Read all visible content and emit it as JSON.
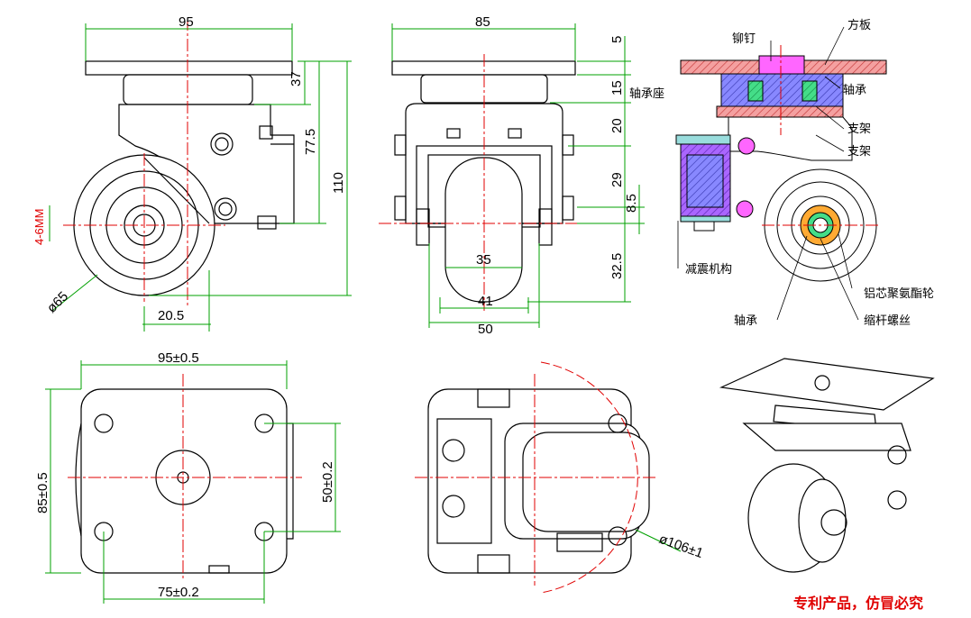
{
  "colors": {
    "dimension": "#00a000",
    "center": "#e00000",
    "outline": "#000000",
    "plate_section": "#e07070",
    "pin": "#ff66ff",
    "bearing": "#00cc66",
    "bracket": "#7777ff",
    "spring": "#8844ff",
    "bushing": "#66cccc"
  },
  "front_view": {
    "dims": {
      "top_width": "95",
      "height_37": "37",
      "height_77_5": "77.5",
      "height_110": "110",
      "offset_20_5": "20.5",
      "wheel_dia": "ø65",
      "side_note": "4-6MM"
    }
  },
  "side_view": {
    "dims": {
      "top_width": "85",
      "d5": "5",
      "d15": "15",
      "d20": "20",
      "d29": "29",
      "d8_5": "8.5",
      "d32_5": "32.5",
      "w35": "35",
      "w41": "41",
      "w50": "50"
    },
    "label_bearing_seat": "轴承座"
  },
  "section_view": {
    "labels": {
      "rivet": "铆钉",
      "plate": "方板",
      "bearing_top": "轴承",
      "bracket1": "支架",
      "bracket2": "支架",
      "shock": "减震机构",
      "wheel": "铝芯聚氨酯轮",
      "bearing_bottom": "轴承",
      "bolt": "缩杆螺丝"
    }
  },
  "top_view": {
    "dims": {
      "width": "95±0.5",
      "depth": "85±0.5",
      "hole_y": "50±0.2",
      "hole_x": "75±0.2"
    }
  },
  "bottom_view": {
    "dims": {
      "swivel": "ø106±1"
    }
  },
  "notice": "专利产品，仿冒必究"
}
